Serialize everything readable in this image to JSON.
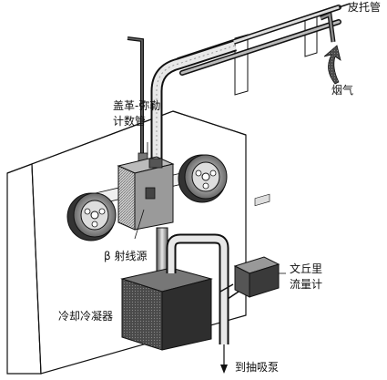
{
  "labels": {
    "pitot_tube": "皮托管",
    "flue_gas": "烟气",
    "geiger_tube_line1": "盖革-弥勒",
    "geiger_tube_line2": "计数管",
    "beta_source": "β 射线源",
    "venturi_line1": "文丘里",
    "venturi_line2": "流量计",
    "cooling_condenser": "冷却冷凝器",
    "to_suction_pump": "到抽吸泵"
  },
  "colors": {
    "line": "#111111",
    "gray_dark": "#3a3a3a",
    "gray_mid": "#8a8a8a",
    "gray_light": "#cfcfcf"
  }
}
